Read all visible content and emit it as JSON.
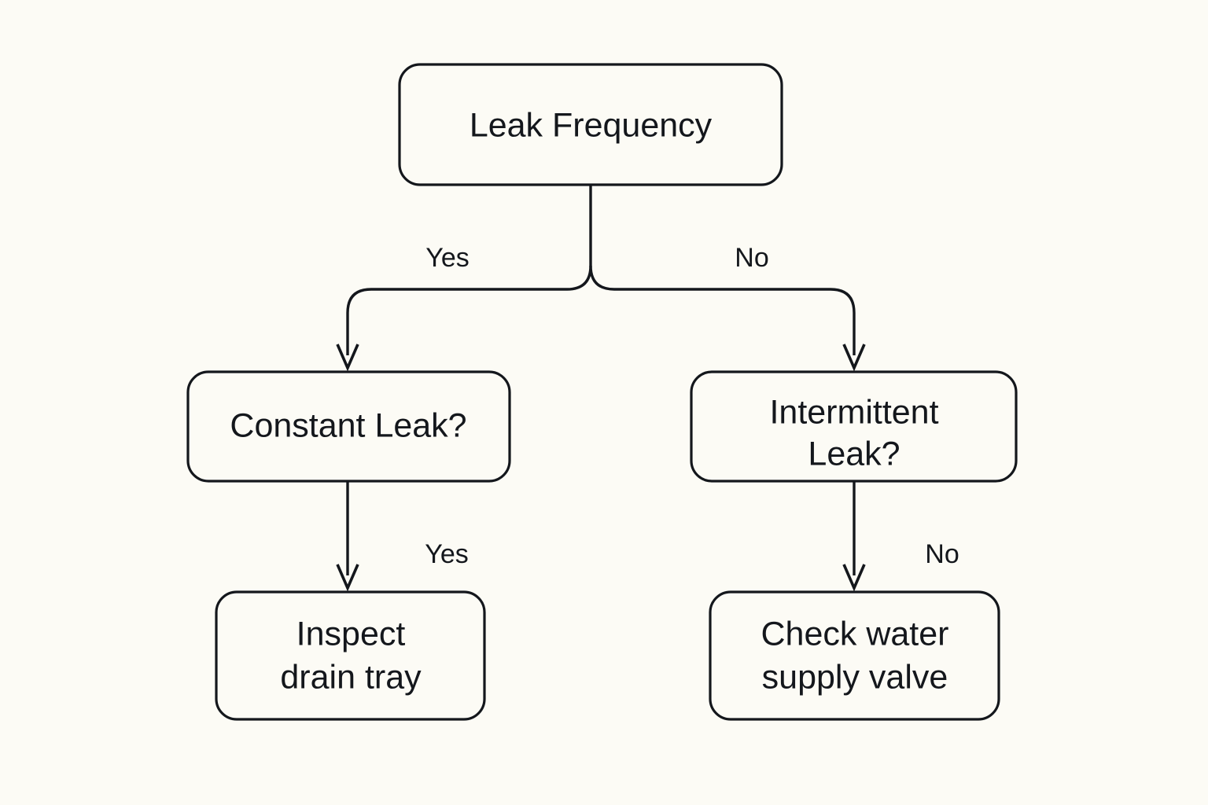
{
  "diagram": {
    "type": "flowchart",
    "orientation": "top-down",
    "background_color": "#fcfbf5",
    "stroke_color": "#14171c",
    "nodes": [
      {
        "id": "root",
        "label": "Leak Frequency",
        "lines": [
          "Leak Frequency"
        ],
        "shape": "rounded-rectangle",
        "level": 0
      },
      {
        "id": "constant",
        "label": "Constant Leak?",
        "lines": [
          "Constant Leak?"
        ],
        "shape": "rounded-rectangle",
        "level": 1
      },
      {
        "id": "intermittent",
        "label": "Intermittent Leak?",
        "lines": [
          "Intermittent",
          "Leak?"
        ],
        "shape": "rounded-rectangle",
        "level": 1
      },
      {
        "id": "drain_tray",
        "label": "Inspect drain tray",
        "lines": [
          "Inspect",
          "drain tray"
        ],
        "shape": "rounded-rectangle",
        "level": 2
      },
      {
        "id": "supply_valve",
        "label": "Check water supply valve",
        "lines": [
          "Check water",
          "supply valve"
        ],
        "shape": "rounded-rectangle",
        "level": 2
      }
    ],
    "edges": [
      {
        "id": "root-to-constant",
        "from": "root",
        "to": "constant",
        "label": "Yes"
      },
      {
        "id": "root-to-intermittent",
        "from": "root",
        "to": "intermittent",
        "label": "No"
      },
      {
        "id": "constant-to-drain-tray",
        "from": "constant",
        "to": "drain_tray",
        "label": "Yes"
      },
      {
        "id": "intermittent-to-supply-valve",
        "from": "intermittent",
        "to": "supply_valve",
        "label": "No"
      }
    ]
  }
}
